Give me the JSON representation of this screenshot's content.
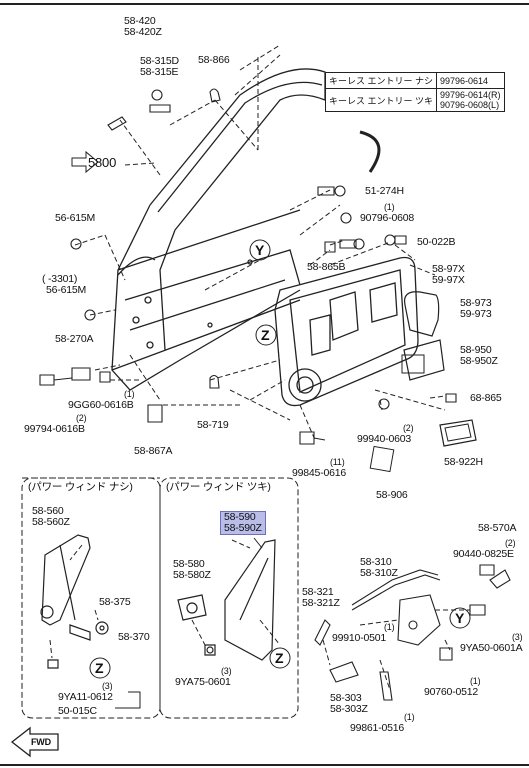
{
  "diagram": {
    "parts": {
      "p58420": [
        "58-420",
        "58-420Z"
      ],
      "p58315": [
        "58-315D",
        "58-315E"
      ],
      "p58866": "58-866",
      "p5800": "5800",
      "p51274": "51-274H",
      "p90796": {
        "qty": "(1)",
        "code": "90796-0608"
      },
      "p56615a": "56-615M",
      "p56615b": {
        "note": "( -3301)",
        "code": "56-615M"
      },
      "p50022": "50-022B",
      "p58865b": "58-865B",
      "p5897x": [
        "58-97X",
        "59-97X"
      ],
      "p58973": [
        "58-973",
        "59-973"
      ],
      "p58270": "58-270A",
      "p58950": [
        "58-950",
        "58-950Z"
      ],
      "p9gg60": {
        "qty": "(1)",
        "code": "9GG60-0616B"
      },
      "p99794": {
        "qty": "(2)",
        "code": "99794-0616B"
      },
      "p58719": "58-719",
      "p99940": {
        "qty": "(2)",
        "code": "99940-0603"
      },
      "p68865": "68-865",
      "p58867": "58-867A",
      "p99845": {
        "qty": "(11)",
        "code": "99845-0616"
      },
      "p58922": "58-922H",
      "p58906": "58-906",
      "p58560": [
        "58-560",
        "58-560Z"
      ],
      "p58590": [
        "58-590",
        "58-590Z"
      ],
      "p58570": "58-570A",
      "p58580": [
        "58-580",
        "58-580Z"
      ],
      "p58310": [
        "58-310",
        "58-310Z"
      ],
      "p90440": {
        "qty": "(2)",
        "code": "90440-0825E"
      },
      "p58375": "58-375",
      "p58370": "58-370",
      "p58321": [
        "58-321",
        "58-321Z"
      ],
      "p99910": {
        "qty": "(1)",
        "code": "99910-0501"
      },
      "p9ya50": {
        "qty": "(3)",
        "code": "9YA50-0601A"
      },
      "p9ya11": {
        "qty": "(3)",
        "code": "9YA11-0612"
      },
      "p50015": "50-015C",
      "p9ya75": {
        "qty": "(3)",
        "code": "9YA75-0601"
      },
      "p58303": [
        "58-303",
        "58-303Z"
      ],
      "p90760": {
        "qty": "(1)",
        "code": "90760-0512"
      },
      "p99861": {
        "qty": "(1)",
        "code": "99861-0516"
      }
    },
    "callouts": {
      "y": "Y",
      "z": "Z"
    },
    "boxes": {
      "left_title": "(パワー ウィンド ナシ)",
      "right_title": "(パワー ウィンド ツキ)"
    },
    "spec_table": [
      {
        "desc": "キーレス エントリー ナシ",
        "code": "99796-0614"
      },
      {
        "desc": "キーレス エントリー ツキ",
        "code": "99796-0614(R)",
        "code2": "90796-0608(L)"
      }
    ],
    "fwd_label": "FWD",
    "colors": {
      "highlight": "#b9bde8",
      "line": "#222222"
    }
  }
}
